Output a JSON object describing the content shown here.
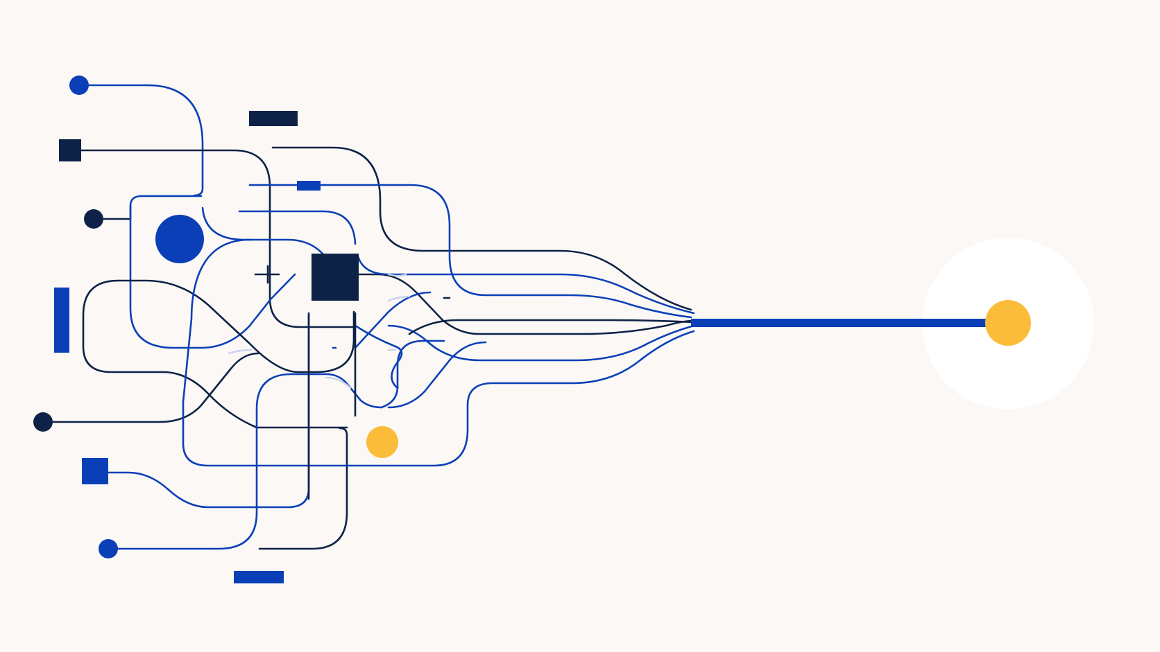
{
  "colors": {
    "background": "#FBF8F5",
    "navy": "#0E2247",
    "blue": "#0A3FB8",
    "lightBlue": "#C9D3EE",
    "yellow": "#FBBC3A",
    "halo": "#FFFFFF"
  },
  "diagram": {
    "kind": "abstract-network-converging-to-single-output",
    "text_labels": [],
    "sources": [
      {
        "shape": "dot",
        "color": "blue"
      },
      {
        "shape": "square",
        "color": "navy"
      },
      {
        "shape": "dot",
        "color": "navy"
      },
      {
        "shape": "bar",
        "color": "blue"
      },
      {
        "shape": "dot",
        "color": "navy"
      },
      {
        "shape": "square",
        "color": "blue"
      },
      {
        "shape": "dot",
        "color": "blue"
      }
    ],
    "hubs": [
      {
        "shape": "square",
        "color": "navy"
      },
      {
        "shape": "dot",
        "color": "blue"
      },
      {
        "shape": "dot",
        "color": "yellow"
      }
    ],
    "output": {
      "shape": "dot",
      "color": "yellow",
      "halo": true
    }
  }
}
